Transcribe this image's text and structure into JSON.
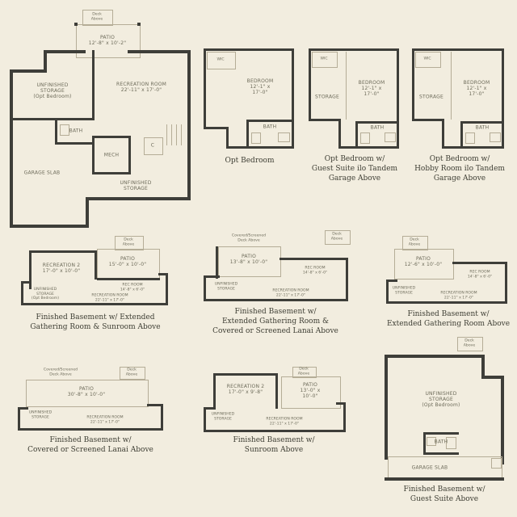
{
  "page": {
    "background": "#f2eddf",
    "wall_color": "#3e3e39",
    "line_color": "#b5ad97"
  },
  "plans": {
    "base": {
      "deck": "Deck\nAbove",
      "patio": "PATIO\n12'-8\" x 10'-2\"",
      "storage_opt": "UNFINISHED\nSTORAGE\n(Opt Bedroom)",
      "rec_room": "RECREATION ROOM\n22'-11\" x 17'-0\"",
      "bath": "BATH",
      "mech": "MECH",
      "closet": "C",
      "garage": "GARAGE SLAB",
      "storage2": "UNFINISHED\nSTORAGE"
    },
    "opt_bedroom": {
      "wic": "WIC",
      "bedroom": "BEDROOM\n12'-1\" x 17'-0\"",
      "bath": "BATH",
      "caption": "Opt Bedroom"
    },
    "guest_suite": {
      "wic": "WIC",
      "bedroom": "BEDROOM\n12'-1\" x 17'-0\"",
      "storage": "STORAGE",
      "bath": "BATH",
      "caption": "Opt Bedroom w/\nGuest Suite ilo Tandem\nGarage Above"
    },
    "hobby_room": {
      "wic": "WIC",
      "bedroom": "BEDROOM\n12'-1\" x 17'-0\"",
      "storage": "STORAGE",
      "bath": "BATH",
      "caption": "Opt Bedroom w/\nHobby Room ilo Tandem\nGarage Above"
    },
    "ext_sunroom": {
      "deck": "Deck\nAbove",
      "rec2": "RECREATION 2\n17'-0\" x 10'-0\"",
      "patio": "PATIO\n15'-0\" x 10'-0\"",
      "rec_small": "REC ROOM\n14'-8\" x 6'-0\"",
      "storage": "UNFINISHED\nSTORAGE\n(Opt Bedroom)",
      "rec_room": "RECREATION ROOM\n22'-11\" x 17'-0\"",
      "caption": "Finished Basement w/ Extended\nGathering Room & Sunroom Above"
    },
    "ext_lanai": {
      "covered_deck": "Covered/Screened\nDeck Above",
      "deck": "Deck\nAbove",
      "patio": "PATIO\n13'-8\" x 10'-0\"",
      "rec_small": "REC ROOM\n14'-8\" x 6'-0\"",
      "storage": "UNFINISHED\nSTORAGE",
      "rec_room": "RECREATION ROOM\n22'-11\" x 17'-0\"",
      "caption": "Finished Basement w/\nExtended Gathering Room &\nCovered or Screened Lanai Above"
    },
    "ext_gathering": {
      "deck": "Deck\nAbove",
      "patio": "PATIO\n12'-6\" x 10'-0\"",
      "rec_small": "REC ROOM\n14'-8\" x 6'-0\"",
      "storage": "UNFINISHED\nSTORAGE",
      "rec_room": "RECREATION ROOM\n22'-11\" x 17'-0\"",
      "caption": "Finished Basement w/\nExtended Gathering Room Above"
    },
    "lanai": {
      "covered_deck": "Covered/Screened\nDeck Above",
      "deck": "Deck\nAbove",
      "patio": "PATIO\n30'-8\" x 10'-0\"",
      "storage": "UNFINISHED\nSTORAGE",
      "rec_room": "RECREATION ROOM\n22'-11\" x 17'-0\"",
      "caption": "Finished Basement w/\nCovered or Screened Lanai Above"
    },
    "sunroom": {
      "deck": "Deck\nAbove",
      "rec2": "RECREATION 2\n17'-0\" x 9'-8\"",
      "patio": "PATIO\n13'-0\" x 10'-0\"",
      "storage": "UNFINISHED\nSTORAGE",
      "rec_room": "RECREATION ROOM\n22'-11\" x 17'-0\"",
      "caption": "Finished Basement w/\nSunroom Above"
    },
    "guest_suite_above": {
      "deck": "Deck\nAbove",
      "storage": "UNFINISHED\nSTORAGE\n(Opt Bedroom)",
      "bath": "BATH",
      "garage": "GARAGE SLAB",
      "caption": "Finished Basement w/\nGuest Suite Above"
    }
  }
}
